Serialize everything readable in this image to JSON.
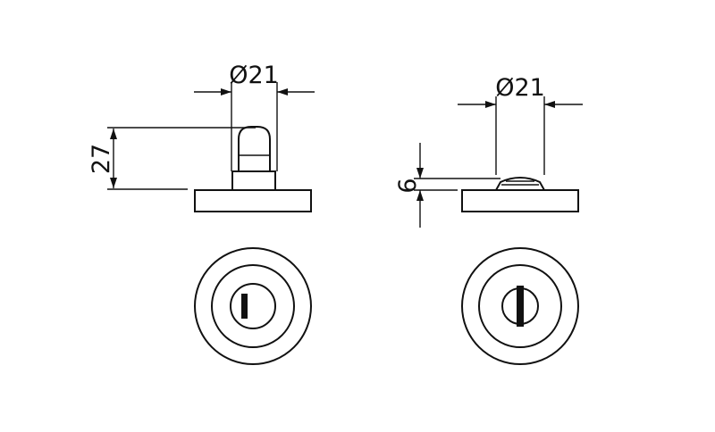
{
  "colors": {
    "line": "#111111",
    "background": "#ffffff"
  },
  "dimensions": {
    "left_diameter": "Ø21",
    "left_height": "27",
    "right_diameter": "Ø21",
    "right_height": "6"
  }
}
